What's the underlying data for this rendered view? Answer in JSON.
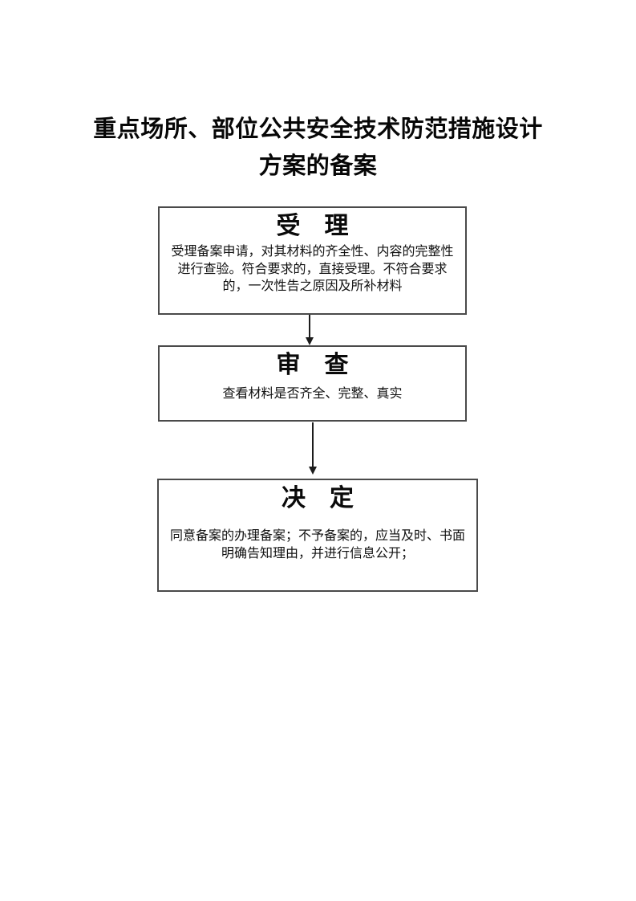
{
  "title": {
    "line1": "重点场所、部位公共安全技术防范措施设计",
    "line2": "方案的备案"
  },
  "flowchart": {
    "steps": [
      {
        "id": "accept",
        "heading": "受　理",
        "body": "受理备案申请，对其材料的齐全性、内容的完整性进行查验。符合要求的，直接受理。不符合要求的，一次性告之原因及所补材料"
      },
      {
        "id": "review",
        "heading": "审　查",
        "body": "查看材料是否齐全、完整、真实"
      },
      {
        "id": "decide",
        "heading": "决　定",
        "body": "同意备案的办理备案；不予备案的，应当及时、书面明确告知理由，并进行信息公开；"
      }
    ],
    "connectors": [
      "down-arrow",
      "down-arrow"
    ]
  },
  "colors": {
    "background": "#ffffff",
    "text": "#000000",
    "box_border": "#4a4a4a",
    "arrow": "#1c1c1c"
  }
}
